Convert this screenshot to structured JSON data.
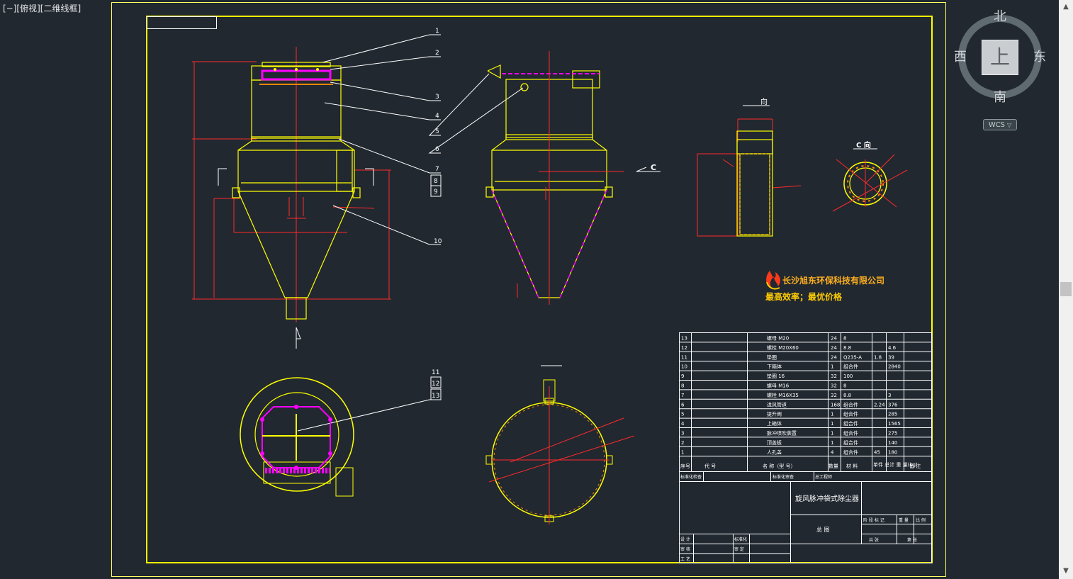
{
  "viewport": {
    "label": "[−][俯视][二维线框]"
  },
  "viewcube": {
    "north": "北",
    "south": "南",
    "west": "西",
    "east": "东",
    "top_face": "上",
    "wcs_label": "WCS",
    "wcs_arrow": "▽"
  },
  "scrollbar": {
    "up": "▲",
    "down": "▼"
  },
  "colors": {
    "background": "#212830",
    "frame": "#ffff00",
    "paper_border": "#ffff66",
    "dimension": "#ff2a2a",
    "leader": "#ffffff",
    "magenta": "#ff00ff",
    "orange": "#ff8800"
  },
  "callouts": [
    "1",
    "2",
    "3",
    "4",
    "5",
    "6",
    "7",
    "8",
    "9",
    "10",
    "11",
    "12",
    "13"
  ],
  "view_labels": {
    "side_view_arrow": "C",
    "view_a": "向",
    "view_c": "C 向"
  },
  "company": {
    "name": "长沙旭东环保科技有限公司",
    "slogan": "最高效率；最优价格"
  },
  "bom": {
    "rows": [
      {
        "no": "13",
        "name": "螺母 M20",
        "qty": "24",
        "material": "8",
        "unit": "",
        "total": ""
      },
      {
        "no": "12",
        "name": "螺栓 M20X60",
        "qty": "24",
        "material": "8.8",
        "unit": "",
        "total": "4.6"
      },
      {
        "no": "11",
        "name": "垫圈",
        "qty": "24",
        "material": "Q235-A",
        "unit": "1.8",
        "total": "39"
      },
      {
        "no": "10",
        "name": "下箱体",
        "qty": "1",
        "material": "组合件",
        "unit": "",
        "total": "2840"
      },
      {
        "no": "9",
        "name": "垫圈 16",
        "qty": "32",
        "material": "100",
        "unit": "",
        "total": ""
      },
      {
        "no": "8",
        "name": "螺母 M16",
        "qty": "32",
        "material": "8",
        "unit": "",
        "total": ""
      },
      {
        "no": "7",
        "name": "螺栓 M16X35",
        "qty": "32",
        "material": "8.8",
        "unit": "",
        "total": "3"
      },
      {
        "no": "6",
        "name": "进风管道",
        "qty": "168",
        "material": "组合件",
        "unit": "2.24",
        "total": "376"
      },
      {
        "no": "5",
        "name": "提升阀",
        "qty": "1",
        "material": "组合件",
        "unit": "",
        "total": "285"
      },
      {
        "no": "4",
        "name": "上箱体",
        "qty": "1",
        "material": "组合件",
        "unit": "",
        "total": "1565"
      },
      {
        "no": "3",
        "name": "脉冲喷吹装置",
        "qty": "1",
        "material": "组合件",
        "unit": "",
        "total": "275"
      },
      {
        "no": "2",
        "name": "顶盖板",
        "qty": "1",
        "material": "组合件",
        "unit": "",
        "total": "140"
      },
      {
        "no": "1",
        "name": "人孔盖",
        "qty": "4",
        "material": "组合件",
        "unit": "45",
        "total": "180"
      }
    ],
    "header": {
      "no": "序号",
      "code": "代  号",
      "name": "名  称（型  号）",
      "qty": "数量",
      "material": "材  料",
      "weight": "单件 总计 重  量(kg)",
      "remark": "备  注"
    }
  },
  "title_block": {
    "title": "旋风脉冲袋式除尘器",
    "subtitle": "总  图",
    "row1": [
      "标准化检查",
      "标准化审查",
      "总工程师"
    ],
    "stage": [
      "阶 段 标 记",
      "重 量",
      "比 例"
    ],
    "sheet": [
      "共  张",
      "第  张"
    ],
    "roles": [
      [
        "设 计",
        "标准化"
      ],
      [
        "审 核",
        "审 定"
      ],
      [
        "工 艺",
        ""
      ]
    ]
  }
}
